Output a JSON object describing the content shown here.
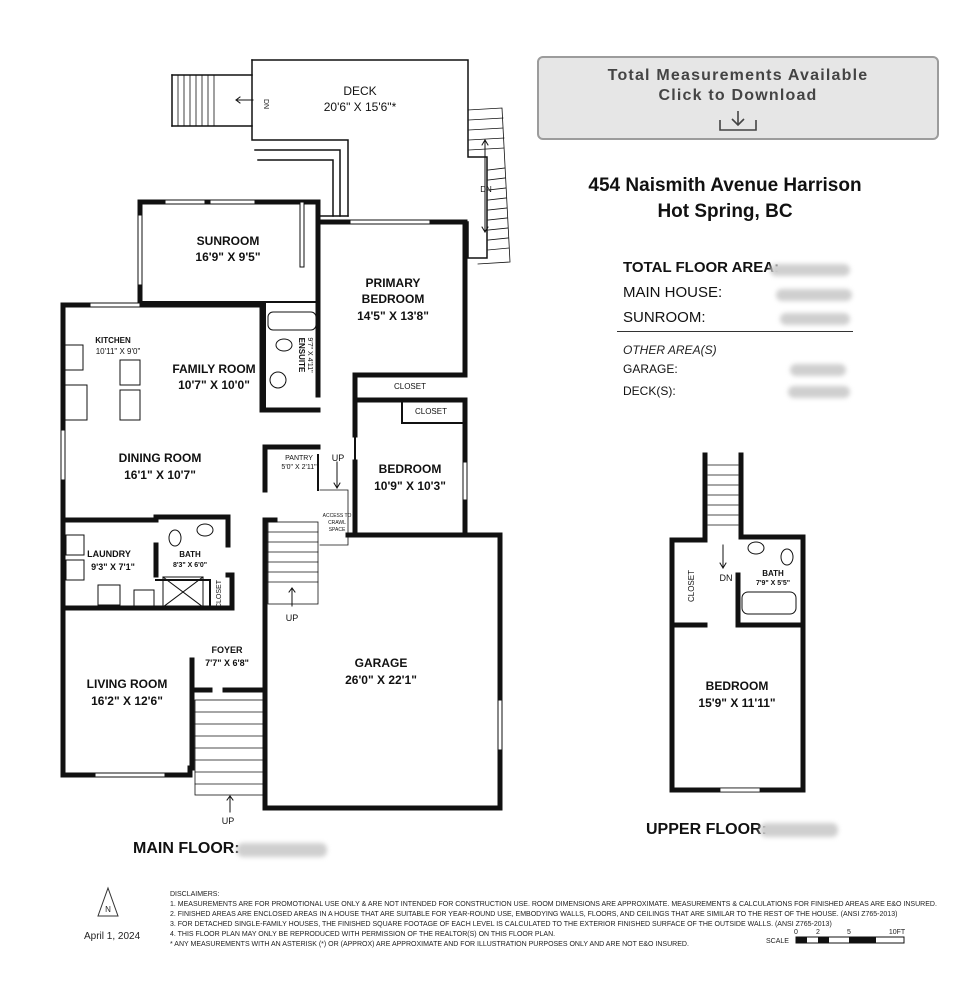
{
  "download": {
    "line1": "Total Measurements Available",
    "line2": "Click to Download",
    "icon": "download-arrow-icon"
  },
  "address": {
    "line1": "454 Naismith Avenue Harrison",
    "line2": "Hot Spring, BC"
  },
  "areas": {
    "total_label": "TOTAL FLOOR AREA:",
    "main_label": "MAIN HOUSE:",
    "sunroom_label": "SUNROOM:",
    "other_label": "OTHER AREA(S)",
    "garage_label": "GARAGE:",
    "decks_label": "DECK(S):"
  },
  "main_floor_label": "MAIN FLOOR:",
  "upper_floor_label": "UPPER FLOOR:",
  "rooms": {
    "deck": {
      "name": "DECK",
      "dims": "20'6\" X 15'6\"*"
    },
    "sunroom": {
      "name": "SUNROOM",
      "dims": "16'9\" X 9'5\""
    },
    "primary": {
      "name1": "PRIMARY",
      "name2": "BEDROOM",
      "dims": "14'5\" X 13'8\""
    },
    "kitchen": {
      "name": "KITCHEN",
      "dims": "10'11\" X 9'0\""
    },
    "family": {
      "name": "FAMILY ROOM",
      "dims": "10'7\" X 10'0\""
    },
    "ensuite": {
      "name": "ENSUITE",
      "dims": "9'7\" X 4'11\""
    },
    "closet_primary": "CLOSET",
    "closet_bedroom": "CLOSET",
    "dining": {
      "name": "DINING ROOM",
      "dims": "16'1\" X 10'7\""
    },
    "pantry": {
      "name": "PANTRY",
      "dims": "5'0\" X 2'11\""
    },
    "bedroom": {
      "name": "BEDROOM",
      "dims": "10'9\" X 10'3\""
    },
    "crawl": {
      "l1": "ACCESS TO",
      "l2": "CRAWL",
      "l3": "SPACE"
    },
    "laundry": {
      "name": "LAUNDRY",
      "dims": "9'3\" X 7'1\""
    },
    "bath": {
      "name": "BATH",
      "dims": "8'3\" X 6'0\""
    },
    "closet_bath": "CLOSET",
    "garage": {
      "name": "GARAGE",
      "dims": "26'0\" X 22'1\""
    },
    "foyer": {
      "name": "FOYER",
      "dims": "7'7\" X 6'8\""
    },
    "living": {
      "name": "LIVING ROOM",
      "dims": "16'2\" X 12'6\""
    },
    "upper_closet": "CLOSET",
    "upper_bath": {
      "name": "BATH",
      "dims": "7'9\" X 5'5\""
    },
    "upper_bedroom": {
      "name": "BEDROOM",
      "dims": "15'9\" X 11'11\""
    }
  },
  "stairs": {
    "dn": "DN",
    "up": "UP"
  },
  "compass": {
    "letter": "N"
  },
  "date": "April 1, 2024",
  "scale": {
    "word": "SCALE",
    "ticks": [
      "0",
      "2",
      "5",
      "10FT"
    ]
  },
  "disclaimers": [
    "DISCLAIMERS:",
    "1. MEASUREMENTS ARE FOR PROMOTIONAL USE ONLY & ARE NOT INTENDED FOR CONSTRUCTION USE. ROOM DIMENSIONS ARE APPROXIMATE. MEASUREMENTS & CALCULATIONS FOR FINISHED AREAS ARE E&O INSURED.",
    "2. FINISHED AREAS ARE ENCLOSED AREAS IN A HOUSE THAT ARE SUITABLE FOR YEAR-ROUND USE, EMBODYING WALLS, FLOORS, AND CEILINGS THAT ARE SIMILAR TO THE REST OF THE HOUSE. (ANSI Z765-2013)",
    "3. FOR DETACHED SINGLE-FAMILY HOUSES, THE FINISHED SQUARE FOOTAGE OF EACH LEVEL IS CALCULATED TO THE EXTERIOR FINISHED SURFACE OF THE OUTSIDE WALLS. (ANSI Z765-2013)",
    "4. THIS FLOOR PLAN MAY ONLY BE REPRODUCED WITH PERMISSION OF THE REALTOR(S) ON THIS FLOOR PLAN.",
    "* ANY MEASUREMENTS WITH AN ASTERISK (*) OR (APPROX) ARE APPROXIMATE AND FOR ILLUSTRATION PURPOSES ONLY AND ARE NOT E&O INSURED."
  ]
}
